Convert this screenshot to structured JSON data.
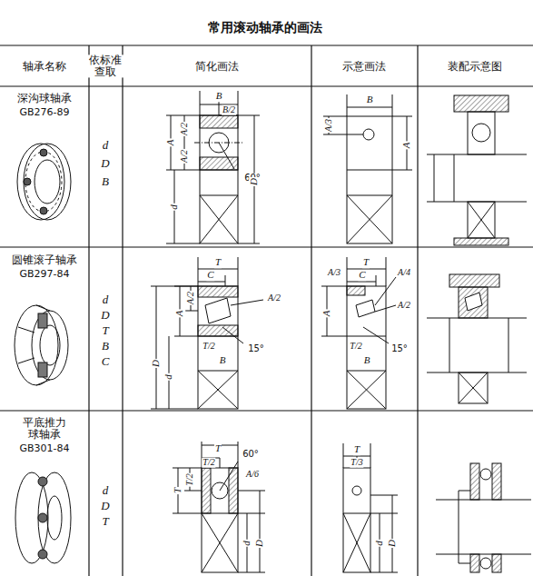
{
  "diagram": {
    "title": "常用滚动轴承的画法",
    "labels": [
      "轴承名称",
      "依标准查取",
      "简化画法",
      "示意画法",
      "装配示意图",
      "深沟球轴承",
      "GB276-89",
      "d",
      "D",
      "B",
      "B",
      "B/2",
      "A",
      "A/2",
      "A/2",
      "60°",
      "d",
      "D",
      "B",
      "A/3",
      "A",
      "圆锥滚子轴承",
      "GB297-84",
      "d",
      "D",
      "T",
      "B",
      "C",
      "T",
      "C",
      "A/2",
      "A",
      "A/2",
      "T/2",
      "15°",
      "B",
      "D",
      "d",
      "T",
      "C",
      "A/3",
      "A/4",
      "A/2",
      "A",
      "T/2",
      "15°",
      "B",
      "平底推力 球轴承",
      "GB301-84",
      "d",
      "D",
      "T",
      "T",
      "T/2",
      "60°",
      "A/6",
      "T",
      "T/2",
      "d",
      "D",
      "T",
      "T/3",
      "d",
      "D"
    ]
  }
}
